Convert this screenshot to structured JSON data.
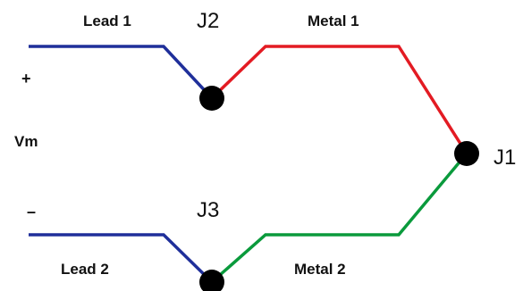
{
  "labels": {
    "lead1": "Lead 1",
    "lead2": "Lead 2",
    "metal1": "Metal 1",
    "metal2": "Metal 2",
    "j1": "J1",
    "j2": "J2",
    "j3": "J3",
    "plus": "+",
    "minus": "–",
    "vm": "Vm"
  },
  "colors": {
    "lead": "#1f2f9a",
    "metal1": "#e31b23",
    "metal2": "#0a9a3c",
    "junction": "#000000"
  }
}
